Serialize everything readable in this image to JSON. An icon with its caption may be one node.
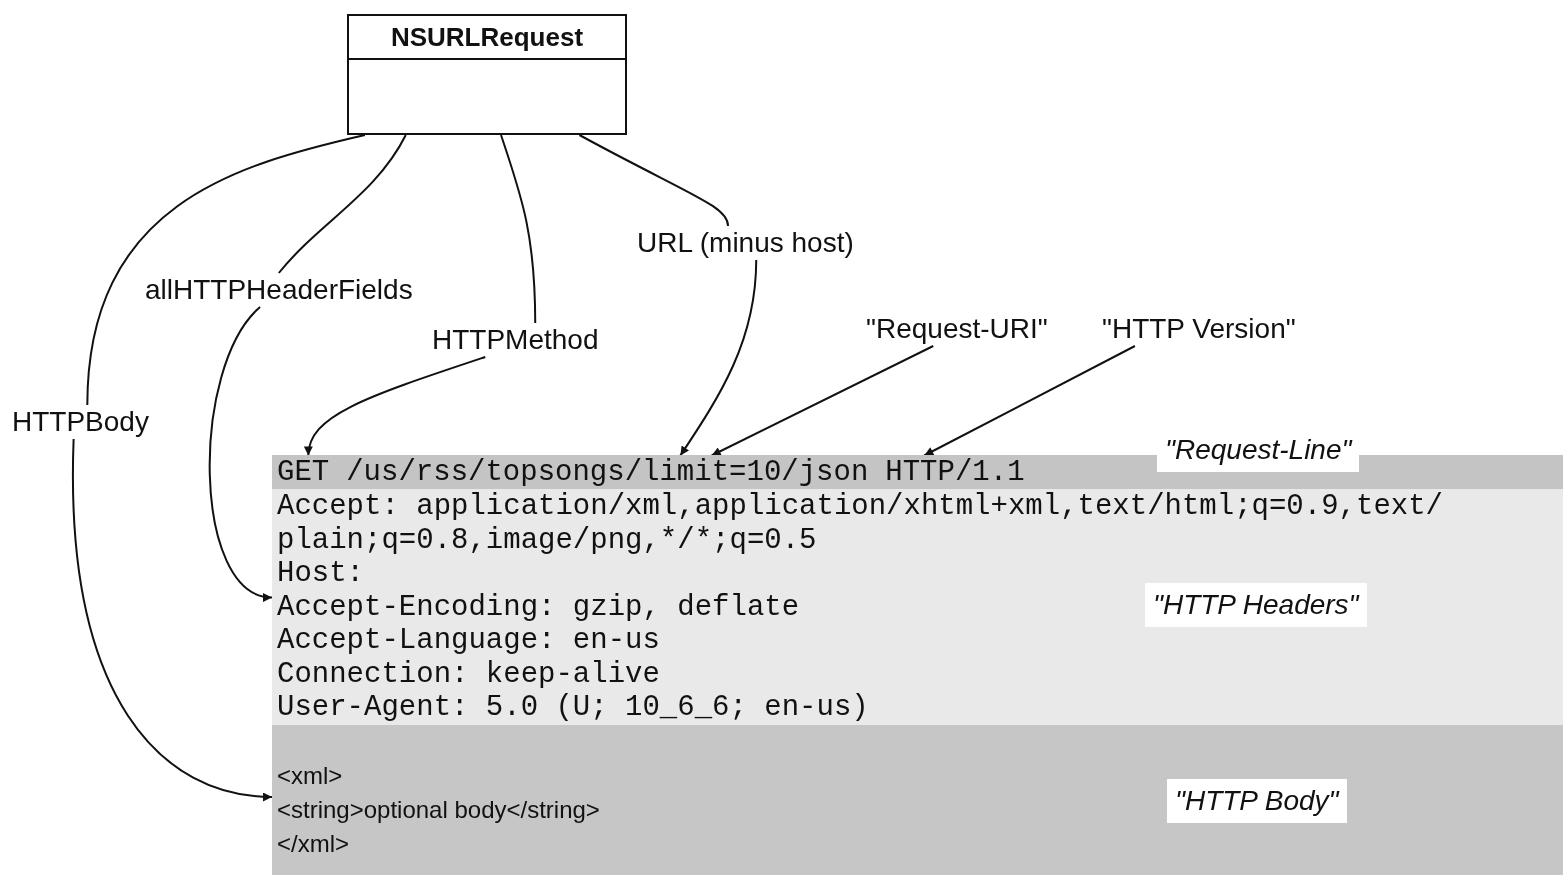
{
  "diagram": {
    "nodes": [
      {
        "text": [
          "NSURLRequest"
        ]
      },
      {
        "text": [
          "HTTPBody"
        ]
      },
      {
        "text": [
          "allHTTPHeaderFields"
        ]
      },
      {
        "text": [
          "HTTPMethod"
        ]
      },
      {
        "text": [
          "URL (minus host)"
        ]
      },
      {
        "text": [
          "\"Request-URI\""
        ]
      },
      {
        "text": [
          "\"HTTP Version\""
        ]
      },
      {
        "text": [
          "\"Request-Line\""
        ]
      },
      {
        "text": [
          "GET"
        ],
        "in": 7
      },
      {
        "text": [
          "/us/rss/topsongs/limit=10/json"
        ],
        "in": 7
      },
      {
        "text": [
          "HTTP/1.1"
        ],
        "in": 7
      },
      {
        "text": [
          "Accept: application/xml,application/xhtml+xml,text/html;q=0.9,text/plain;q=0.8,image/png,*/*;q=0.5",
          "Host:",
          "Accept-Encoding: gzip, deflate",
          "Accept-Language: en-us",
          "Connection: keep-alive",
          "User-Agent: 5.0 (U; 10_6_6; en-us)",
          "\"HTTP Headers\""
        ]
      },
      {
        "text": [
          "<xml>",
          "<string>optional body</string>",
          "</xml>",
          "\"HTTP Body\""
        ]
      }
    ],
    "edges": [
      {
        "from": 0,
        "to": 1,
        "arrow": "none"
      },
      {
        "from": 1,
        "to": 12,
        "arrow": "to"
      },
      {
        "from": 0,
        "to": 2,
        "arrow": "none"
      },
      {
        "from": 2,
        "to": 11,
        "arrow": "to"
      },
      {
        "from": 0,
        "to": 3,
        "arrow": "none"
      },
      {
        "from": 3,
        "to": 8,
        "arrow": "to"
      },
      {
        "from": 0,
        "to": 4,
        "arrow": "none"
      },
      {
        "from": 4,
        "to": 9,
        "arrow": "to"
      },
      {
        "from": 5,
        "to": 9,
        "arrow": "to"
      },
      {
        "from": 6,
        "to": 10,
        "arrow": "to"
      }
    ]
  }
}
